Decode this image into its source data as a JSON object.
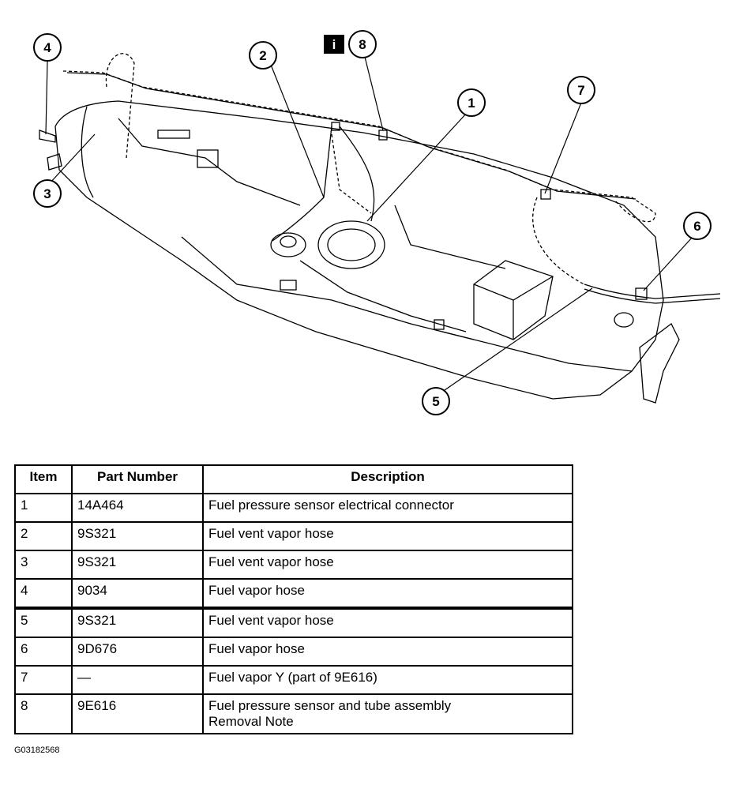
{
  "diagram": {
    "callouts": [
      "1",
      "2",
      "3",
      "4",
      "5",
      "6",
      "7",
      "8"
    ],
    "info_badge": "i"
  },
  "table": {
    "headers": {
      "item": "Item",
      "part_number": "Part Number",
      "description": "Description"
    },
    "rows": [
      {
        "item": "1",
        "part_number": "14A464",
        "description": [
          "Fuel pressure sensor electrical connector"
        ]
      },
      {
        "item": "2",
        "part_number": "9S321",
        "description": [
          "Fuel vent vapor hose"
        ]
      },
      {
        "item": "3",
        "part_number": "9S321",
        "description": [
          "Fuel vent vapor hose"
        ]
      },
      {
        "item": "4",
        "part_number": "9034",
        "description": [
          "Fuel vapor hose"
        ]
      },
      {
        "item": "5",
        "part_number": "9S321",
        "description": [
          "Fuel vent vapor hose"
        ]
      },
      {
        "item": "6",
        "part_number": "9D676",
        "description": [
          "Fuel vapor hose"
        ]
      },
      {
        "item": "7",
        "part_number": "—",
        "description": [
          "Fuel vapor Y (part of 9E616)"
        ]
      },
      {
        "item": "8",
        "part_number": "9E616",
        "description": [
          "Fuel pressure sensor and tube assembly",
          "Removal Note"
        ]
      }
    ]
  },
  "figure_code": "G03182568"
}
